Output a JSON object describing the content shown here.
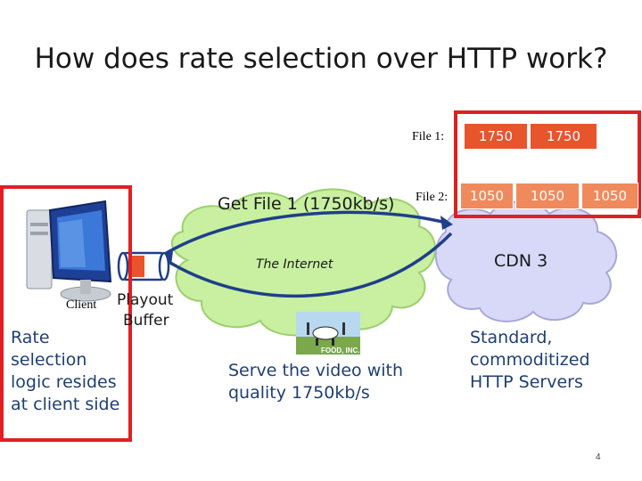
{
  "title": "How does rate selection over HTTP work?",
  "files": {
    "file1_label": "File 1:",
    "file2_label": "File 2:",
    "file1_chunks": [
      "1750",
      "1750"
    ],
    "file2_chunks": [
      "1050",
      "1050",
      "1050"
    ]
  },
  "request_label": "Get File 1 (1750kb/s)",
  "internet_label": "The Internet",
  "cdn_label": "CDN 3",
  "client_label": "Client",
  "playout_label": "Playout",
  "buffer_label": "Buffer",
  "rate_selection_text": [
    "Rate",
    "selection",
    "logic resides",
    "at client side"
  ],
  "serve_text": [
    "Serve the video with",
    "quality 1750kb/s"
  ],
  "server_text": [
    "Standard,",
    "commoditized",
    "HTTP Servers"
  ],
  "logo_text": "FOOD, INC.",
  "page_number": "4",
  "colors": {
    "accent_red": "#e02020",
    "tile": "#e8542c",
    "arrow": "#1f3f8a",
    "cloud": "#c8f0a0",
    "cdn_cloud": "#d8d8f8",
    "text_blue": "#1f3f73"
  },
  "icons": [
    "computer-icon",
    "playout-buffer-icon",
    "movie-thumbnail-icon"
  ]
}
